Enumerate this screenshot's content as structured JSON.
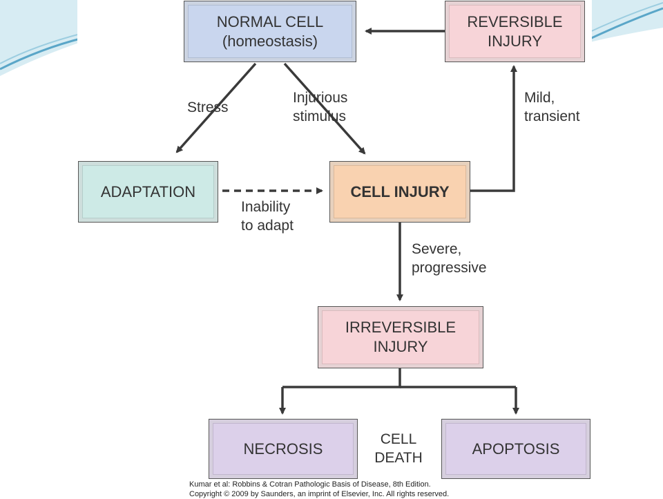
{
  "diagram": {
    "boxes": {
      "normal_cell": {
        "label": "NORMAL CELL\n(homeostasis)",
        "color": "#c9d6ee"
      },
      "reversible_injury": {
        "label": "REVERSIBLE\nINJURY",
        "color": "#f7d4d8"
      },
      "adaptation": {
        "label": "ADAPTATION",
        "color": "#cdeae6"
      },
      "cell_injury": {
        "label": "CELL INJURY",
        "color": "#f9d2b0"
      },
      "irreversible_injury": {
        "label": "IRREVERSIBLE\nINJURY",
        "color": "#f7d4d8"
      },
      "necrosis": {
        "label": "NECROSIS",
        "color": "#dcd0ea"
      },
      "apoptosis": {
        "label": "APOPTOSIS",
        "color": "#dcd0ea"
      }
    },
    "edge_labels": {
      "stress": "Stress",
      "injurious_stimulus": "Injurious\nstimulus",
      "mild_transient": "Mild,\ntransient",
      "inability_to_adapt": "Inability\nto adapt",
      "severe_progressive": "Severe,\nprogressive",
      "cell_death": "CELL\nDEATH"
    },
    "caption": "Kumar et al: Robbins & Cotran Pathologic Basis of Disease, 8th Edition.\nCopyright © 2009 by Saunders, an imprint of Elsevier, Inc. All rights reserved."
  },
  "colors": {
    "arrow": "#3a3a3a",
    "swoosh": "#5aa6c8"
  }
}
